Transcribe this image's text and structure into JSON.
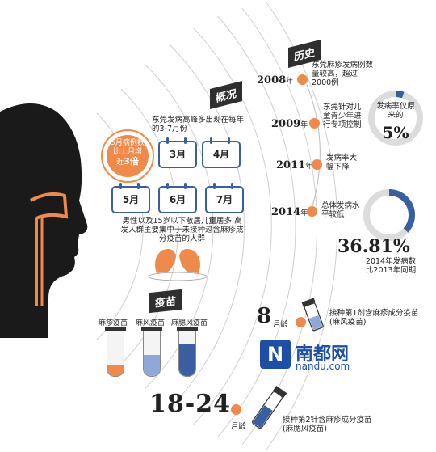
{
  "section_labels": {
    "overview": "概况",
    "history": "历史",
    "vaccine": "疫苗"
  },
  "peak": {
    "text": "东莞发病高峰多出现在每年的3-7月份"
  },
  "increase_bubble": {
    "line1": "5月病例数",
    "line2": "比上月增",
    "line3_prefix": "近",
    "line3_value": "3倍"
  },
  "months": [
    "3月",
    "4月",
    "5月",
    "6月",
    "7月"
  ],
  "risk_group": {
    "text": "男性以及15岁以下散居儿童居多 高发人群主要集中于未接种过含麻疹成分疫苗的人群"
  },
  "timeline": [
    {
      "year": "2008",
      "suffix": "年",
      "text": "东莞麻疹发病例数量较高，超过2000例"
    },
    {
      "year": "2009",
      "suffix": "年",
      "text": "东莞针对儿童青少年进行专项控制"
    },
    {
      "year": "2011",
      "suffix": "年",
      "text": "发病率大幅下降"
    },
    {
      "year": "2014",
      "suffix": "年",
      "text": "总体发病水平较低"
    }
  ],
  "rate_stat": {
    "label": "发病率仅原来的",
    "value": "5%",
    "fraction": 0.05
  },
  "compare_stat": {
    "value": "36.81%",
    "label": "2014年发病数比2013年同期",
    "fraction": 0.3681
  },
  "vaccines": [
    {
      "name": "麻疹疫苗",
      "color": "#f08a4b"
    },
    {
      "name": "麻风疫苗",
      "color": "#8fa8d8"
    },
    {
      "name": "麻腮风疫苗",
      "color": "#3a5fa0"
    }
  ],
  "dose1": {
    "age": "8",
    "unit": "月龄",
    "text": "接种第1剂含麻疹成分疫苗(麻风疫苗)"
  },
  "dose2": {
    "age": "18-24",
    "unit": "月龄",
    "text": "接种第2针含麻疹成分疫苗(麻腮风疫苗)"
  },
  "watermark": {
    "cn": "南都网",
    "en": "nandu.com"
  },
  "colors": {
    "accent": "#f08a4b",
    "blue": "#3a5fa0",
    "light_blue": "#8fa8d8",
    "dark": "#1a1a1a"
  }
}
